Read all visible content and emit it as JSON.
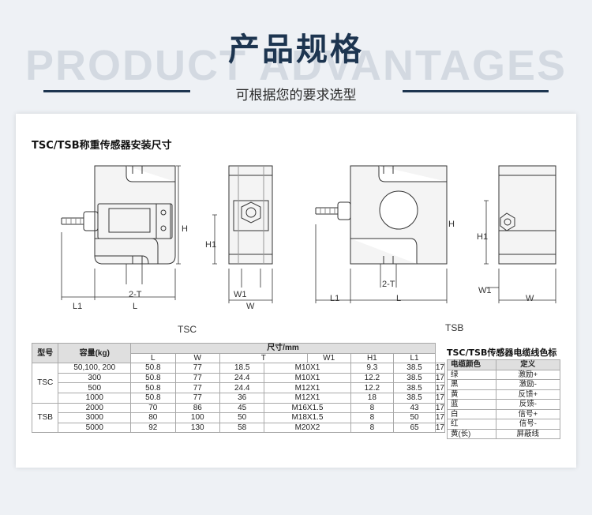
{
  "header": {
    "background_word": "PRODUCT ADVANTAGES",
    "title": "产品规格",
    "subtitle": "可根据您的要求选型"
  },
  "section": {
    "title": "TSC/TSB称重传感器安装尺寸"
  },
  "drawing": {
    "tsc_caption": "TSC",
    "tsb_caption": "TSB",
    "dims": {
      "H": "H",
      "H1": "H1",
      "L": "L",
      "L1": "L1",
      "W": "W",
      "W1": "W1",
      "T": "2-T"
    }
  },
  "spec_table": {
    "col_model": "型号",
    "col_capacity": "容量(kg)",
    "col_size": "尺寸/mm",
    "sub_headers": [
      "L",
      "W",
      "T",
      "W1",
      "H1",
      "L1"
    ],
    "groups": [
      {
        "model": "TSC",
        "rows": [
          [
            "50,100, 200",
            "50.8",
            "77",
            "18.5",
            "M10X1",
            "9.3",
            "38.5",
            "17"
          ],
          [
            "300",
            "50.8",
            "77",
            "24.4",
            "M10X1",
            "12.2",
            "38.5",
            "17"
          ],
          [
            "500",
            "50.8",
            "77",
            "24.4",
            "M12X1",
            "12.2",
            "38.5",
            "17"
          ],
          [
            "1000",
            "50.8",
            "77",
            "36",
            "M12X1",
            "18",
            "38.5",
            "17"
          ]
        ]
      },
      {
        "model": "TSB",
        "rows": [
          [
            "2000",
            "70",
            "86",
            "45",
            "M16X1.5",
            "8",
            "43",
            "17"
          ],
          [
            "3000",
            "80",
            "100",
            "50",
            "M18X1.5",
            "8",
            "50",
            "17"
          ],
          [
            "5000",
            "92",
            "130",
            "58",
            "M20X2",
            "8",
            "65",
            "17"
          ]
        ]
      }
    ]
  },
  "cable_table": {
    "title": "TSC/TSB传感器电缆线色标",
    "col_color": "电缆颜色",
    "col_def": "定义",
    "rows": [
      [
        "绿",
        "激励+"
      ],
      [
        "黑",
        "激励-"
      ],
      [
        "黄",
        "反馈+"
      ],
      [
        "蓝",
        "反馈-"
      ],
      [
        "白",
        "信号+"
      ],
      [
        "红",
        "信号-"
      ],
      [
        "黄(长)",
        "屏蔽线"
      ]
    ]
  },
  "colors": {
    "title": "#1d3550",
    "background": "#eef1f5",
    "table_header": "#dfdfdf"
  }
}
